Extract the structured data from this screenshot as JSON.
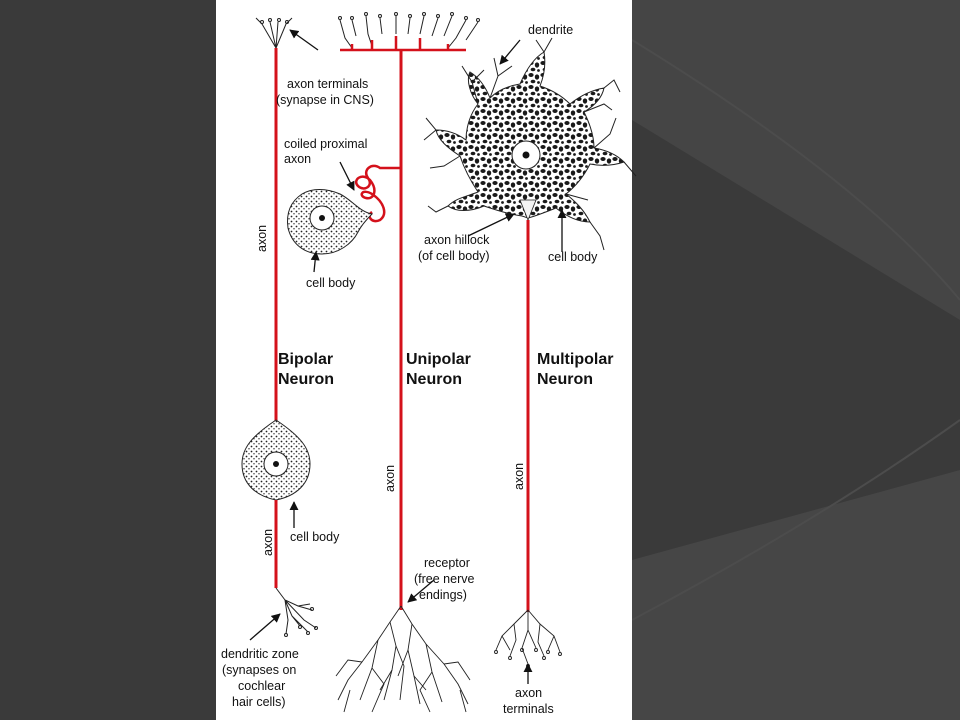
{
  "neurons": {
    "bipolar": {
      "title_line1": "Bipolar",
      "title_line2": "Neuron"
    },
    "unipolar": {
      "title_line1": "Unipolar",
      "title_line2": "Neuron"
    },
    "multipolar": {
      "title_line1": "Multipolar",
      "title_line2": "Neuron"
    }
  },
  "labels": {
    "axon_terminals_top_1": "axon terminals",
    "axon_terminals_top_2": "(synapse in CNS)",
    "coiled_proximal_1": "coiled proximal",
    "coiled_proximal_2": "axon",
    "cell_body_unipolar": "cell body",
    "dendrite": "dendrite",
    "axon_hillock_1": "axon hillock",
    "axon_hillock_2": "(of cell body)",
    "cell_body_multipolar": "cell body",
    "cell_body_bipolar": "cell body",
    "receptor_1": "receptor",
    "receptor_2": "(free nerve",
    "receptor_3": "endings)",
    "dendritic_zone_1": "dendritic zone",
    "dendritic_zone_2": "(synapses on",
    "dendritic_zone_3": "cochlear",
    "dendritic_zone_4": "hair cells)",
    "axon_terminals_bottom_1": "axon",
    "axon_terminals_bottom_2": "terminals",
    "axon": "axon"
  },
  "colors": {
    "axon": "#d4111b",
    "background": "#3a3a3a",
    "panel": "#ffffff"
  }
}
